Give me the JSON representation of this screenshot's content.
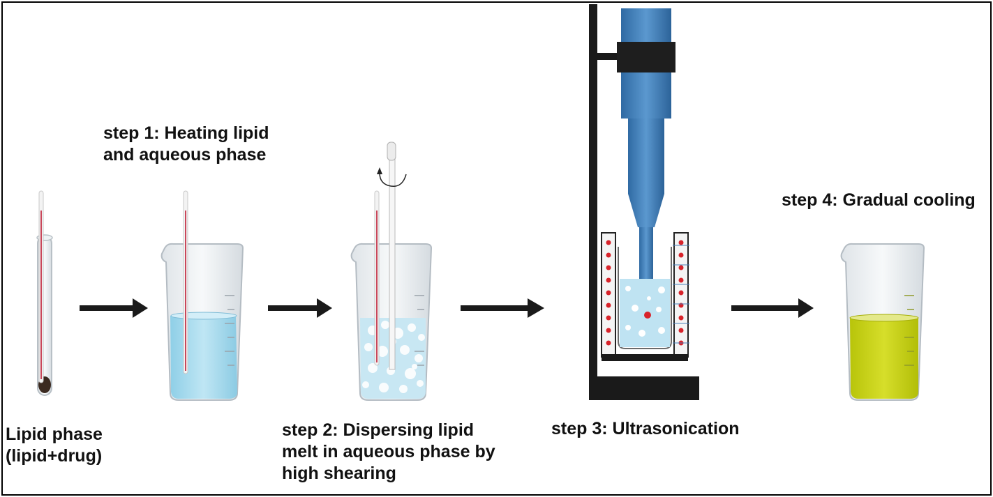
{
  "labels": {
    "lipid_phase": [
      "Lipid phase",
      "(lipid+drug)"
    ],
    "step1": [
      "step 1: Heating lipid",
      "and aqueous phase"
    ],
    "step2": [
      "step 2: Dispersing lipid",
      "melt in aqueous phase by",
      "high shearing"
    ],
    "step3": [
      "step 3: Ultrasonication"
    ],
    "step4": [
      "step 4: Gradual cooling"
    ]
  },
  "colors": {
    "water": "#a8dcef",
    "lipid_melt_cooled": "#c9d40c",
    "stand": "#1a1a1a",
    "probe": "#3d7ab5",
    "thermometer_line": "#c9475a",
    "heater_dots": "#d8232a",
    "arrow": "#1a1a1a"
  }
}
